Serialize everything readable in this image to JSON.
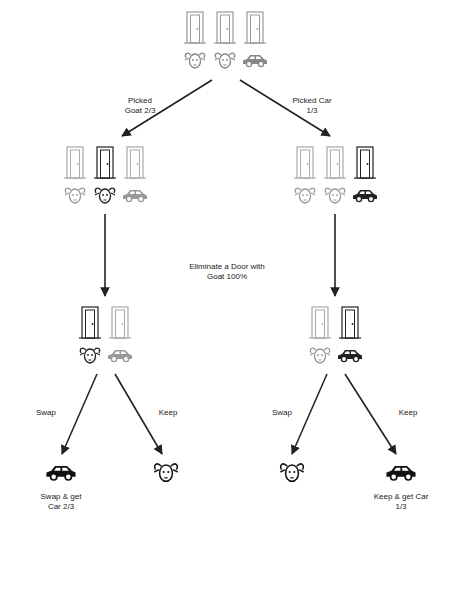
{
  "diagram": {
    "labels": [
      "Picked Goat 2/3",
      "Picked Car 1/3",
      "Eliminate a Door with Goat 100%",
      "Swap",
      "Keep",
      "Swap",
      "Keep",
      "Swap & get Car 2/3",
      "Keep & get Car 1/3"
    ]
  }
}
